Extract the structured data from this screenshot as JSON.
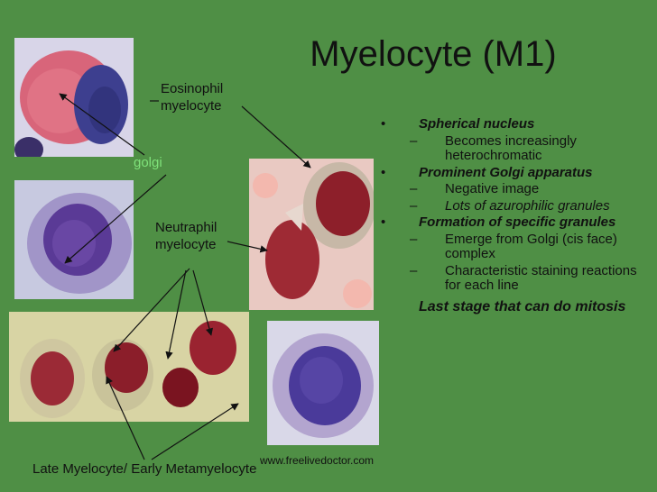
{
  "slide": {
    "title": "Myelocyte (M1)",
    "labels": {
      "eosinophil": "Eosinophil\nmyelocyte",
      "golgi": "golgi",
      "neutrophil": "Neutraphil\nmyelocyte",
      "late": "Late Myelocyte/ Early Metamyelocyte"
    },
    "bullets": [
      {
        "text": "Spherical nucleus",
        "subs": [
          {
            "text": "Becomes increasingly heterochromatic",
            "italic": false
          }
        ]
      },
      {
        "text": "Prominent Golgi apparatus",
        "subs": [
          {
            "text": "Negative image",
            "italic": false
          },
          {
            "text": "Lots of azurophilic granules",
            "italic": true
          }
        ]
      },
      {
        "text": "Formation of specific granules",
        "subs": [
          {
            "text": "Emerge from Golgi (cis face) complex",
            "italic": false
          },
          {
            "text": "Characteristic staining reactions for each line",
            "italic": false
          }
        ]
      }
    ],
    "conclusion": "Last stage that can do mitosis",
    "credit": "www.freelivedoctor.com",
    "bullet_glyph": "•",
    "dash_glyph": "–"
  }
}
